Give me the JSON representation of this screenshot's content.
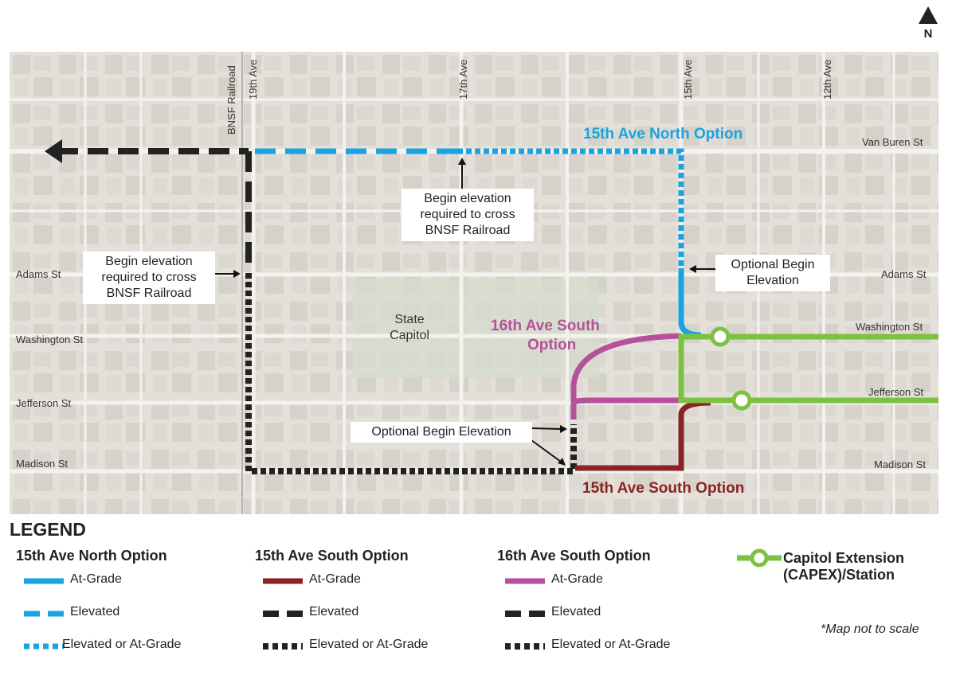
{
  "north_arrow": {
    "label": "N"
  },
  "streets": {
    "van_buren": "Van Buren St",
    "adams_left": "Adams St",
    "adams_right": "Adams St",
    "washington_left": "Washington St",
    "washington_right": "Washington St",
    "jefferson_left": "Jefferson St",
    "jefferson_right": "Jefferson St",
    "madison_left": "Madison St",
    "madison_right": "Madison St",
    "bnsf": "BNSF Railroad",
    "ave19": "19th Ave",
    "ave17": "17th Ave",
    "ave15": "15th Ave",
    "ave12": "12th Ave"
  },
  "places": {
    "state_capitol": "State Capitol"
  },
  "option_labels": {
    "north": "15th Ave North Option",
    "south16_line1": "16th Ave South",
    "south16_line2": "Option",
    "south15": "15th Ave South Option"
  },
  "callouts": {
    "bnsf_17th": "Begin elevation required to cross BNSF Railroad",
    "bnsf_19th": "Begin elevation required to cross BNSF Railroad",
    "optional_15th": "Optional Begin Elevation",
    "optional_16th": "Optional Begin Elevation"
  },
  "colors": {
    "north_blue": "#1aa3e0",
    "south15_red": "#8b2323",
    "south16_magenta": "#b5519c",
    "capex_green": "#7cc242",
    "elevated_black": "#222222"
  },
  "legend": {
    "title": "LEGEND",
    "groups": [
      {
        "title": "15th Ave North Option",
        "items": [
          "At-Grade",
          "Elevated",
          "Elevated or At-Grade"
        ]
      },
      {
        "title": "15th Ave South Option",
        "items": [
          "At-Grade",
          "Elevated",
          "Elevated or At-Grade"
        ]
      },
      {
        "title": "16th Ave South Option",
        "items": [
          "At-Grade",
          "Elevated",
          "Elevated or At-Grade"
        ]
      }
    ],
    "capex": {
      "line1": "Capitol Extension",
      "line2": "(CAPEX)/Station"
    },
    "note": "*Map not to scale"
  }
}
